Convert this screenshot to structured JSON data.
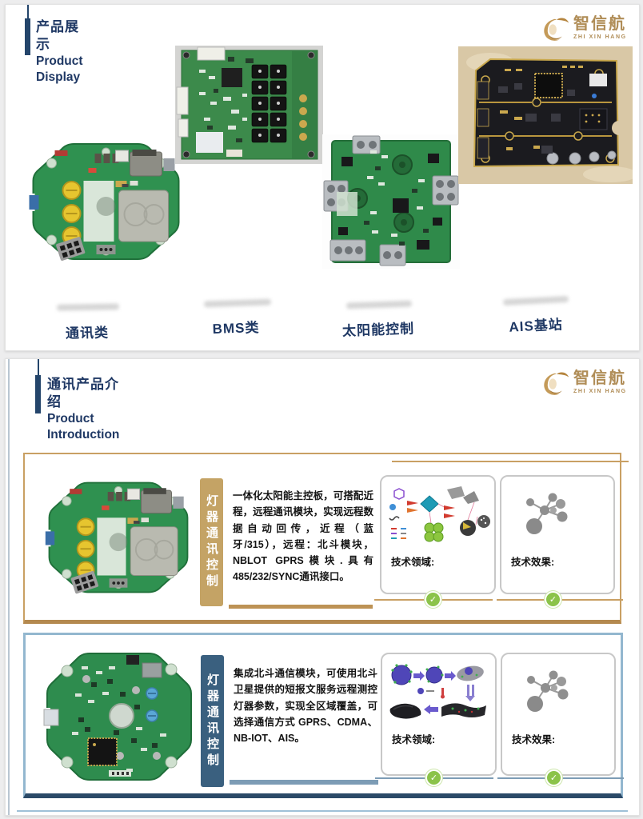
{
  "slide1": {
    "header": {
      "title_zh": "产品展示",
      "title_en": "Product Display"
    },
    "logo": {
      "name_zh": "智信航",
      "name_en": "ZHI XIN HANG"
    },
    "products": [
      {
        "label": "通讯类",
        "image": "communication-board"
      },
      {
        "label": "BMS类",
        "image": "bms-board"
      },
      {
        "label": "太阳能控制",
        "image": "solar-control-board"
      },
      {
        "label": "AIS基站",
        "image": "ais-base-station-board"
      }
    ]
  },
  "slide2": {
    "header": {
      "title_zh": "通讯产品介绍",
      "title_en": "Product Introduction"
    },
    "logo": {
      "name_zh": "智信航",
      "name_en": "ZHI XIN HANG"
    },
    "rows": [
      {
        "vertical_label": "灯器通讯控制",
        "description": "一体化太阳能主控板，可搭配近程，远程通讯模块，实现远程数据自动回传，近程（蓝牙/315），远程：北斗模块，NBLOT GPRS模块.具有485/232/SYNC通讯接口。",
        "field_label": "技术领域:",
        "effect_label": "技术效果:"
      },
      {
        "vertical_label": "灯器通讯控制",
        "description": "集成北斗通信模块，可使用北斗卫星提供的短报文服务远程测控灯器参数，实现全区域覆盖，可选择通信方式 GPRS、CDMA、NB-IOT、AIS。",
        "field_label": "技术领域:",
        "effect_label": "技术效果:"
      }
    ]
  },
  "colors": {
    "navy": "#1f3864",
    "gold": "#b08d57",
    "row1_accent": "#c9a063",
    "row2_accent": "#8fb3cb",
    "row2_bottom": "#2b4a68",
    "check_green": "#8bc34a"
  }
}
